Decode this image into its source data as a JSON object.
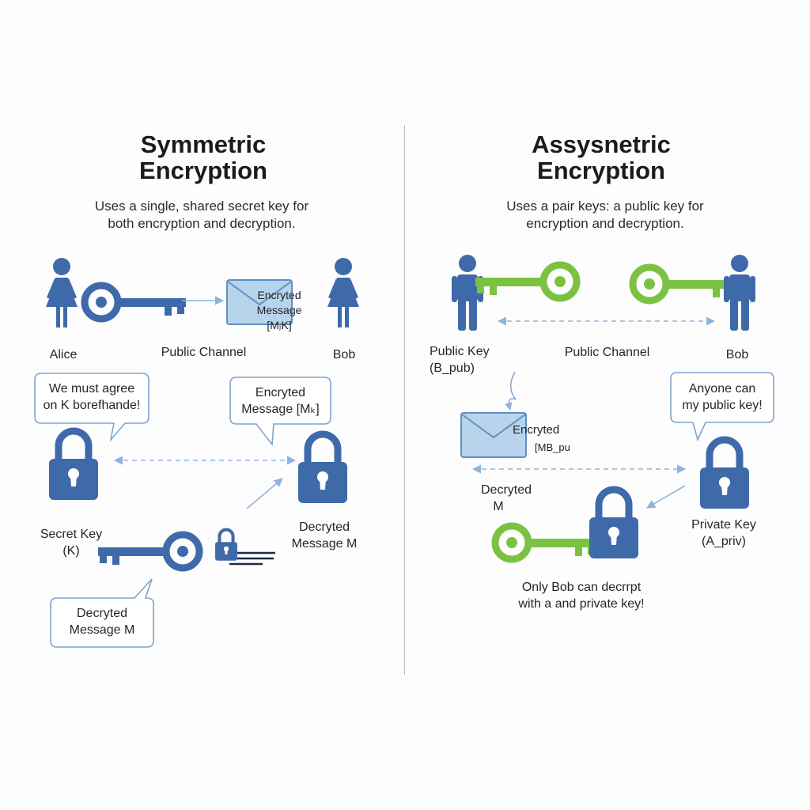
{
  "colors": {
    "blue": "#3f6aaa",
    "green": "#7cc242",
    "envelope_fill": "#b8d4ec",
    "envelope_stroke": "#5e8fc3",
    "bubble_stroke": "#7fa3cf",
    "arrow": "#8fb3da",
    "divider": "#b9bcc2"
  },
  "symmetric": {
    "title_line1": "Symmetric",
    "title_line2": "Encryption",
    "subtitle_line1": "Uses a single, shared secret key for",
    "subtitle_line2": "both encryption and decryption.",
    "alice_label": "Alice",
    "bob_label": "Bob",
    "channel_label": "Public Channel",
    "envelope_line1": "Encryted",
    "envelope_line2": "Message [MⱼK]",
    "bubble_agree_line1": "We must agree",
    "bubble_agree_line2": "on K borefhande!",
    "bubble_encrypted_line1": "Encryted",
    "bubble_encrypted_line2": "Message [Mₖ]",
    "secret_key_line1": "Secret Key",
    "secret_key_line2": "(K)",
    "decrypted_right_line1": "Decryted",
    "decrypted_right_line2": "Message M",
    "bubble_decrypted_line1": "Decryted",
    "bubble_decrypted_line2": "Message M",
    "icons": [
      "person-female-icon",
      "key-icon",
      "envelope-icon",
      "padlock-icon",
      "document-lines-icon"
    ]
  },
  "asymmetric": {
    "title_line1": "Assysnetric",
    "title_line2": "Encryption",
    "subtitle_line1": "Uses a pair keys: a public key for",
    "subtitle_line2": "encryption and decryption.",
    "public_key_line1": "Public Key",
    "public_key_line2": "(B_pub)",
    "channel_label": "Public Channel",
    "bob_label": "Bob",
    "envelope_line1": "Encryted",
    "envelope_line2": "[MB_pu",
    "bubble_anyone_line1": "Anyone can",
    "bubble_anyone_line2": "my public key!",
    "decrypted_line1": "Decryted",
    "decrypted_line2": "M",
    "private_key_line1": "Private Key",
    "private_key_line2": "(A_priv)",
    "footer_line1": "Only Bob can decrrpt",
    "footer_line2": "with a and private key!",
    "icons": [
      "person-male-icon",
      "key-icon",
      "envelope-icon",
      "padlock-icon"
    ]
  }
}
